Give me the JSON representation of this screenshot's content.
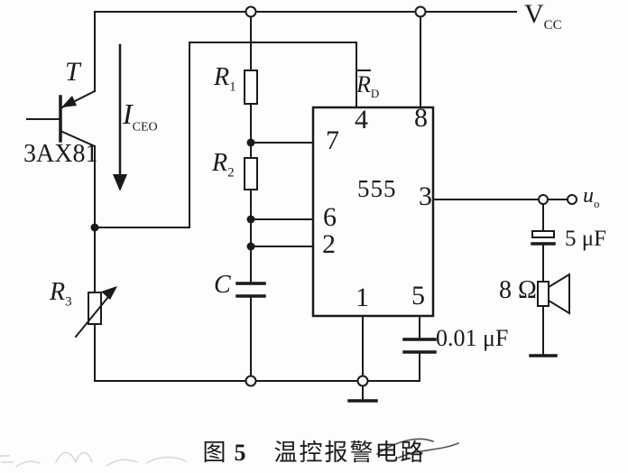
{
  "figure": {
    "type": "circuit-diagram",
    "background": "#fdfdfd",
    "line_color": "#1a1a1a"
  },
  "power": {
    "vcc": {
      "main": "V",
      "sub": "CC"
    }
  },
  "output": {
    "label": {
      "main": "u",
      "sub": "o"
    }
  },
  "transistor": {
    "designator": "T",
    "model": "3AX81",
    "current": {
      "main": "I",
      "sub": "CEO"
    }
  },
  "resistors": {
    "r1": {
      "main": "R",
      "sub": "1"
    },
    "r2": {
      "main": "R",
      "sub": "2"
    },
    "r3": {
      "main": "R",
      "sub": "3"
    }
  },
  "capacitors": {
    "timing": "C",
    "bypass": "0.01 μF",
    "coupling": "5 μF"
  },
  "speaker": {
    "impedance": "8 Ω"
  },
  "ic": {
    "name": "555",
    "reset_label": {
      "main": "R",
      "sub": "D"
    },
    "pins": {
      "1": "1",
      "2": "2",
      "3": "3",
      "4": "4",
      "5": "5",
      "6": "6",
      "7": "7",
      "8": "8"
    }
  },
  "caption": {
    "figure_zh": "图",
    "figure_num": "5",
    "title": "温控报警电路"
  }
}
